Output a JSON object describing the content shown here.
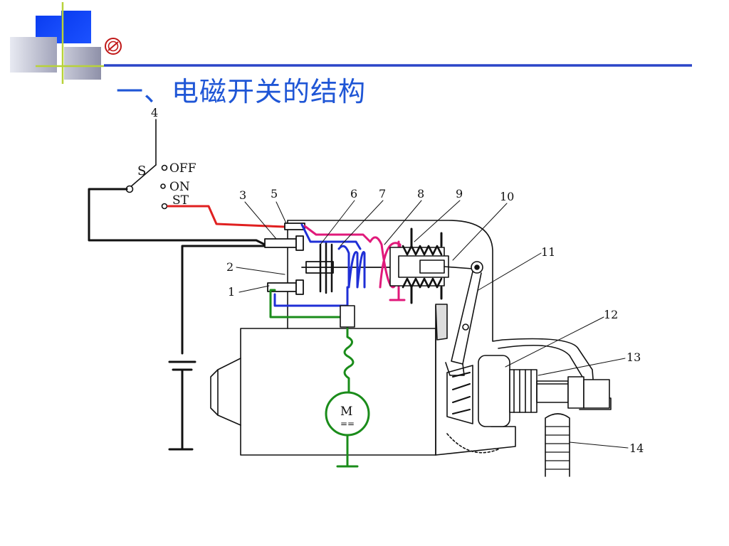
{
  "slide": {
    "title": "一、电磁开关的结构",
    "accent_color": "#1f56d6",
    "line_color": "#2b45c8",
    "cross_color": "#b8d23a"
  },
  "diagram": {
    "switch": {
      "label": "S",
      "positions": [
        "OFF",
        "ON",
        "ST"
      ]
    },
    "motor_label": "M",
    "motor_sub_label": "==",
    "callouts": [
      "1",
      "2",
      "3",
      "4",
      "5",
      "6",
      "7",
      "8",
      "9",
      "10",
      "11",
      "12",
      "13",
      "14"
    ],
    "colors": {
      "st_wire": "#e02020",
      "hold_coil": "#e0197a",
      "pull_coil": "#1f2fd6",
      "motor_circuit": "#1a8c1a"
    }
  }
}
